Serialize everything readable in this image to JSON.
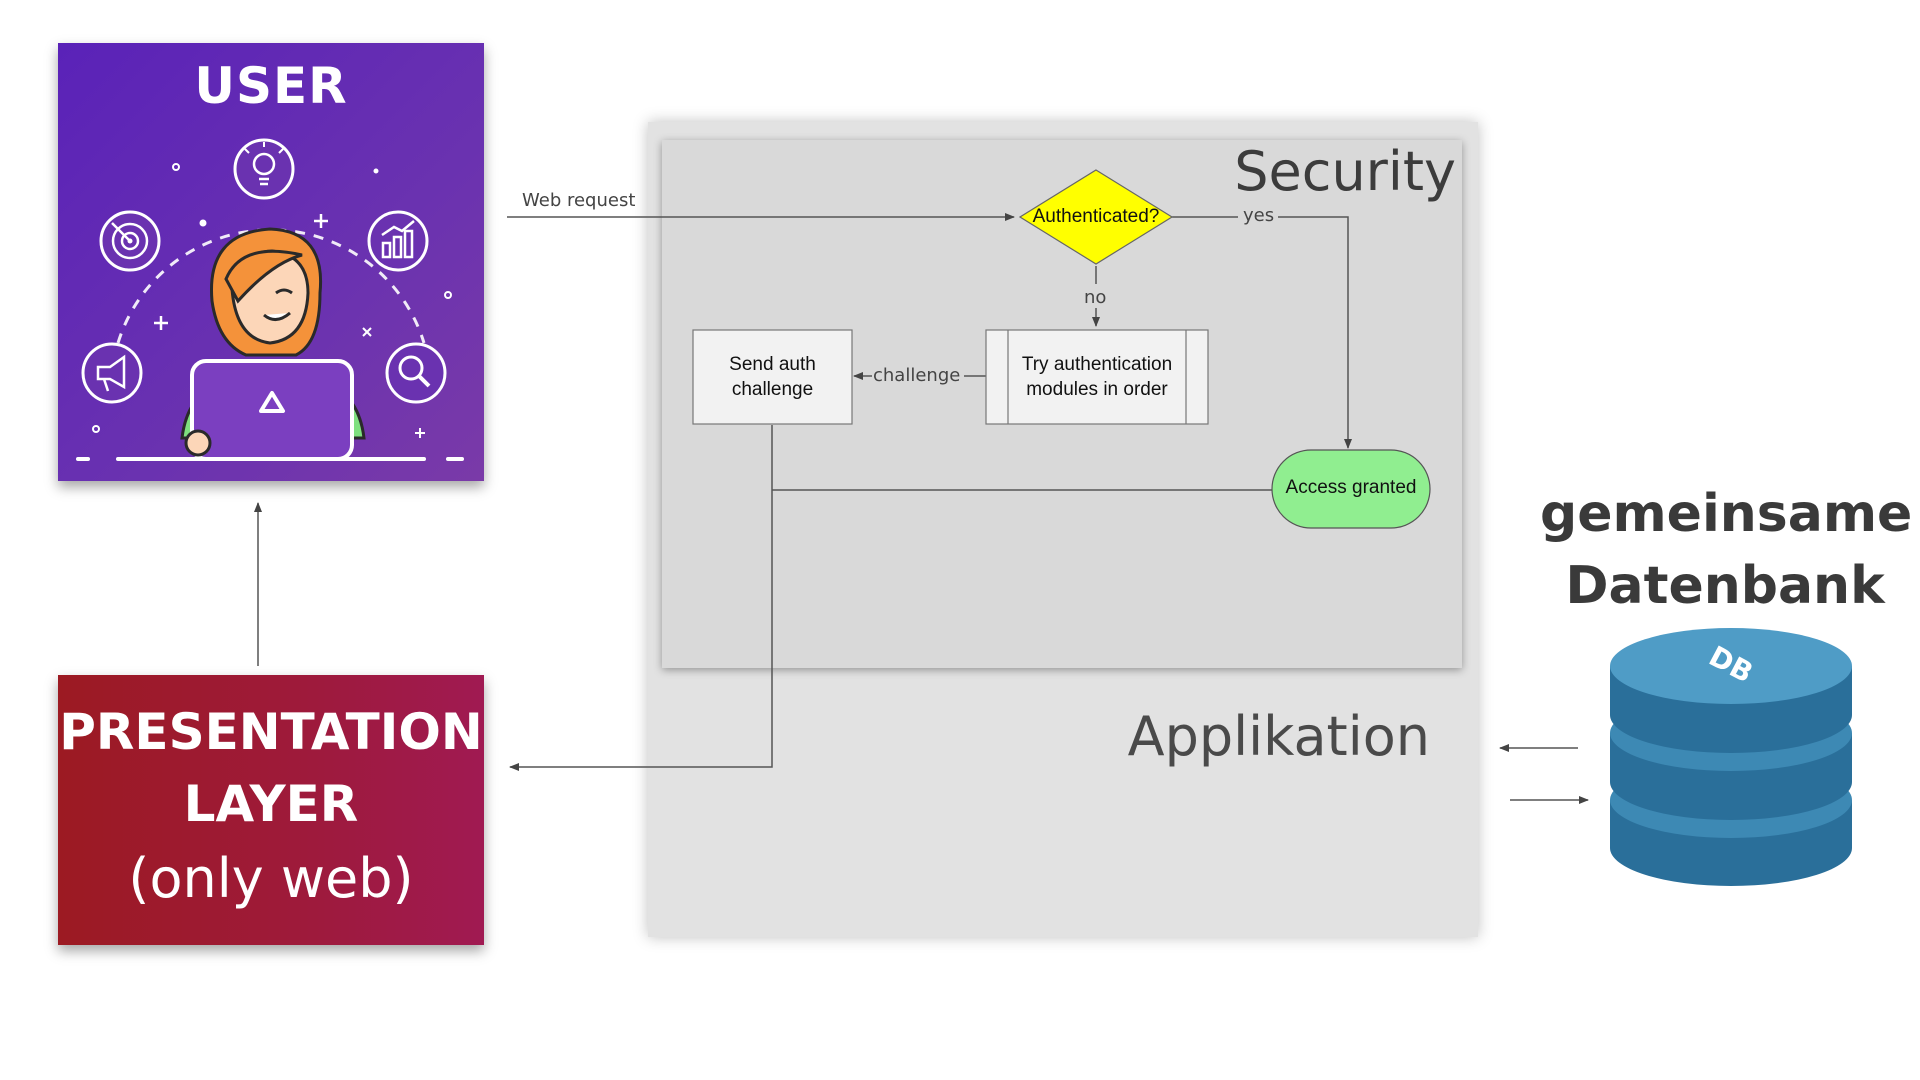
{
  "user": {
    "title": "USER"
  },
  "presentation": {
    "line1": "PRESENTATION",
    "line2": "LAYER",
    "line3": "(only web)"
  },
  "application": {
    "label": "Applikation"
  },
  "security": {
    "label": "Security",
    "decision": "Authenticated?",
    "process_try": "Try authentication modules in order",
    "process_send": "Send auth challenge",
    "terminal": "Access granted",
    "edge_web_request": "Web request",
    "edge_yes": "yes",
    "edge_no": "no",
    "edge_challenge": "challenge"
  },
  "database": {
    "title_line1": "gemeinsame",
    "title_line2": "Datenbank",
    "icon_text": "DB"
  },
  "colors": {
    "user_card": "#5a22b8",
    "presentation_card": "#9e1a3c",
    "decision_fill": "#ffff00",
    "terminal_fill": "#90ee90",
    "db_blue": "#2a6f9a"
  }
}
